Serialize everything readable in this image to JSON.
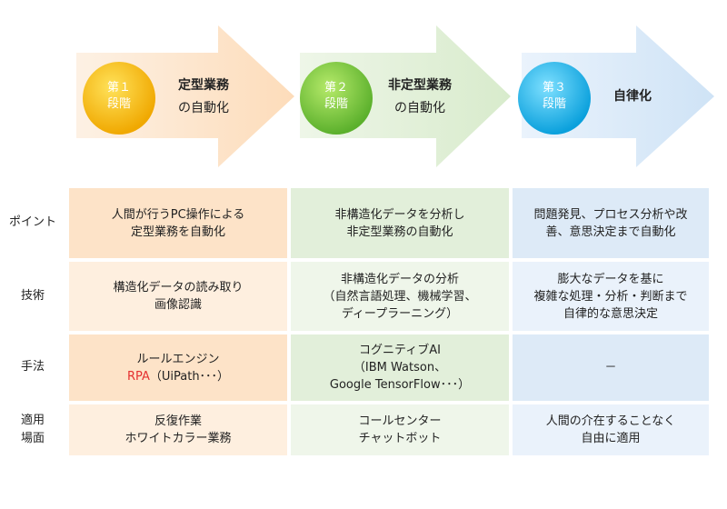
{
  "colors": {
    "stage1": "#fde3c8",
    "stage2": "#e2efda",
    "stage3": "#ddeaf7",
    "cell1_strong": "#fde3c8",
    "cell1_light": "#feefdf",
    "cell2_strong": "#e2efda",
    "cell2_light": "#eff6ea",
    "cell3_strong": "#ddeaf7",
    "cell3_light": "#eaf2fb",
    "circle1": "#f5b400",
    "circle2": "#7ac943",
    "circle3": "#1fb3e8",
    "highlight": "#e53030"
  },
  "stages": [
    {
      "badge_top": "第１",
      "badge_bottom": "段階",
      "title": "定型業務",
      "subtitle": "の自動化"
    },
    {
      "badge_top": "第２",
      "badge_bottom": "段階",
      "title": "非定型業務",
      "subtitle": "の自動化"
    },
    {
      "badge_top": "第３",
      "badge_bottom": "段階",
      "title": "自律化",
      "subtitle": ""
    }
  ],
  "rows": [
    {
      "label": [
        "ポイント"
      ],
      "cells": [
        [
          "人間が行うPC操作による",
          "定型業務を自動化"
        ],
        [
          "非構造化データを分析し",
          "非定型業務の自動化"
        ],
        [
          "問題発見、プロセス分析や改",
          "善、意思決定まで自動化"
        ]
      ]
    },
    {
      "label": [
        "技術"
      ],
      "cells": [
        [
          "構造化データの読み取り",
          "画像認識"
        ],
        [
          "非構造化データの分析",
          "（自然言語処理、機械学習、",
          "ディープラーニング）"
        ],
        [
          "膨大なデータを基に",
          "複雑な処理・分析・判断まで",
          "自律的な意思決定"
        ]
      ]
    },
    {
      "label": [
        "手法"
      ],
      "cells": [
        [
          "ルールエンジン"
        ],
        [
          "コグニティブAI",
          "（IBM Watson、",
          "Google TensorFlow･･･）"
        ],
        [
          "－"
        ]
      ],
      "rpa_highlight": "RPA",
      "rpa_rest": "（UiPath･･･）"
    },
    {
      "label": [
        "適用",
        "場面"
      ],
      "cells": [
        [
          "反復作業",
          "ホワイトカラー業務"
        ],
        [
          "コールセンター",
          "チャットボット"
        ],
        [
          "人間の介在することなく",
          "自由に適用"
        ]
      ]
    }
  ]
}
